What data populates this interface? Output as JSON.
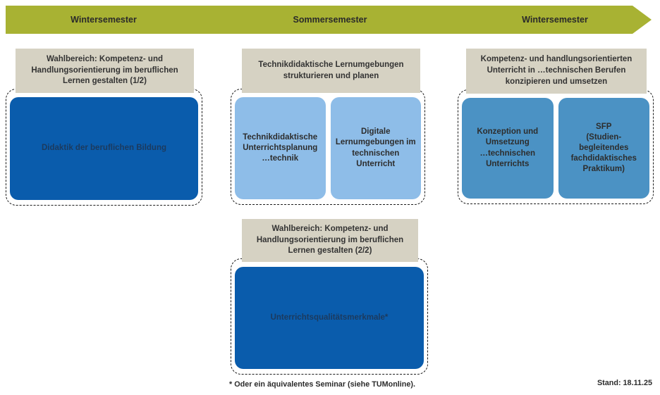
{
  "banner": {
    "labels": [
      "Wintersemester",
      "Sommersemester",
      "Wintersemester"
    ]
  },
  "groups": [
    {
      "header": "Wahlbereich: Kompetenz- und\nHandlungsorientierung im beruflichen\nLernen gestalten (1/2)",
      "modules": [
        {
          "label": "Didaktik der beruflichen Bildung",
          "variant": "dark-blue"
        }
      ]
    },
    {
      "header": "Technikdidaktische Lernumgebungen\nstrukturieren und planen",
      "modules": [
        {
          "label": "Technikdidaktische\nUnterrichtsplanung\n…technik",
          "variant": "light-blue"
        },
        {
          "label": "Digitale\nLernumgebungen im\ntechnischen\nUnterricht",
          "variant": "light-blue"
        }
      ]
    },
    {
      "header": "Kompetenz- und handlungsorientierten\nUnterricht in …technischen Berufen\nkonzipieren und umsetzen",
      "modules": [
        {
          "label": "Konzeption und\nUmsetzung\n…technischen\nUnterrichts",
          "variant": "mid-blue"
        },
        {
          "label": "SFP\n(Studien-\nbegleitendes\nfachdidaktisches\nPraktikum)",
          "variant": "mid-blue"
        }
      ]
    },
    {
      "header": "Wahlbereich: Kompetenz- und\nHandlungsorientierung im beruflichen\nLernen gestalten (2/2)",
      "modules": [
        {
          "label": "Unterrichtsqualitätsmerkmale*",
          "variant": "dark-blue"
        }
      ]
    }
  ],
  "footnote": "* Oder ein äquivalentes Seminar (siehe TUMonline).",
  "stand_label": "Stand: 18.11.25",
  "colors": {
    "green": "#a8b233",
    "beige": "#d6d2c3",
    "blue-dark": "#0a5cac",
    "blue-light": "#8ebde8",
    "blue-mid": "#4b92c4",
    "text-on-dark": "#1c3a5e",
    "text-dark": "#2d2d2d"
  }
}
